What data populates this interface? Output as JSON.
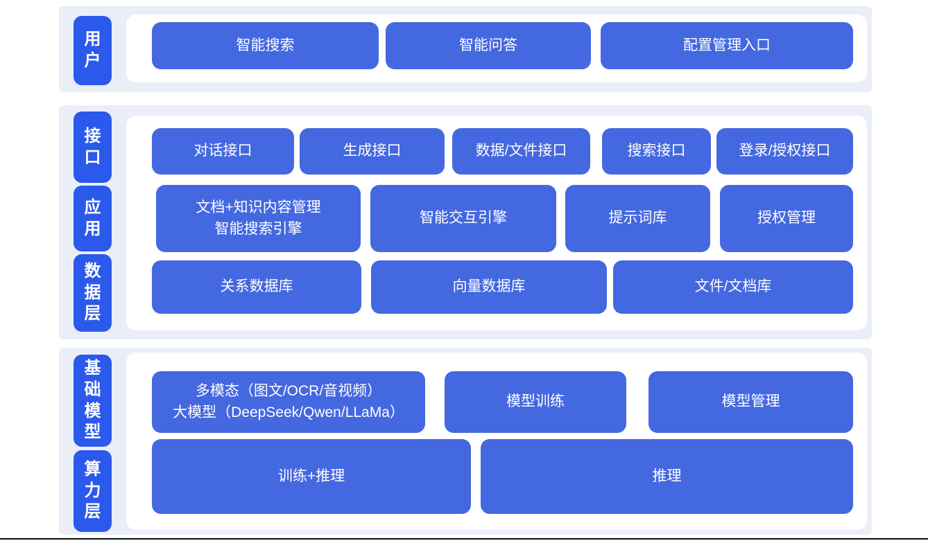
{
  "colors": {
    "layer_pill_blue": "#2B59EC",
    "box_blue": "#4468E0",
    "panel_background": "#E9EEF7",
    "card_background": "#FFFFFF",
    "text_white": "#FFFFFF",
    "bottom_divider": "#0A0A0A"
  },
  "sections": [
    {
      "labels": [
        "用户"
      ],
      "rows": [
        [
          "智能搜索",
          "智能问答",
          "配置管理入口"
        ]
      ]
    },
    {
      "labels": [
        "接口",
        "应用",
        "数据层"
      ],
      "rows": [
        [
          "对话接口",
          "生成接口",
          "数据/文件接口",
          "搜索接口",
          "登录/授权接口"
        ],
        [
          "文档+知识内容管理\n智能搜索引擎",
          "智能交互引擎",
          "提示词库",
          "授权管理"
        ],
        [
          "关系数据库",
          "向量数据库",
          "文件/文档库"
        ]
      ]
    },
    {
      "labels": [
        "基础模型",
        "算力层"
      ],
      "rows": [
        [
          "多模态（图文/OCR/音视频）\n大模型（DeepSeek/Qwen/LLaMa）",
          "模型训练",
          "模型管理"
        ],
        [
          "训练+推理",
          "推理"
        ]
      ]
    }
  ]
}
